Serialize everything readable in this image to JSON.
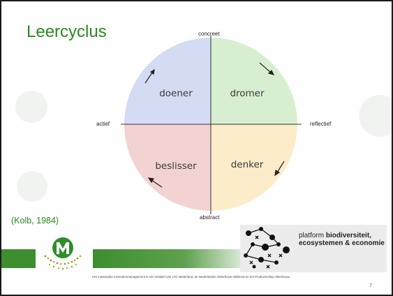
{
  "slide": {
    "title": "Leercyclus",
    "citation": "(Kolb, 1984)",
    "page_number": "7",
    "footer": "Het masterplan mineralenmanagement is een initiatief van LTO Nederland, de Nederlandse Akkerbouw Vakbond en het Productschap Akkerbouw."
  },
  "diagram": {
    "axis_top": "concreet",
    "axis_bottom": "abstract",
    "axis_left": "actief",
    "axis_right": "reflectief",
    "quadrants": [
      {
        "label": "doener",
        "color": "#d3dcf3"
      },
      {
        "label": "dromer",
        "color": "#d7efd0"
      },
      {
        "label": "beslisser",
        "color": "#f2d3d1"
      },
      {
        "label": "denker",
        "color": "#fcecc9"
      }
    ]
  },
  "logo": {
    "line1": "platform ",
    "line1_bold": "biodiversiteit,",
    "line2_bold": "ecosystemen & economie"
  },
  "colors": {
    "green": "#2a8a1e",
    "band_green": "#3e8d2f"
  }
}
